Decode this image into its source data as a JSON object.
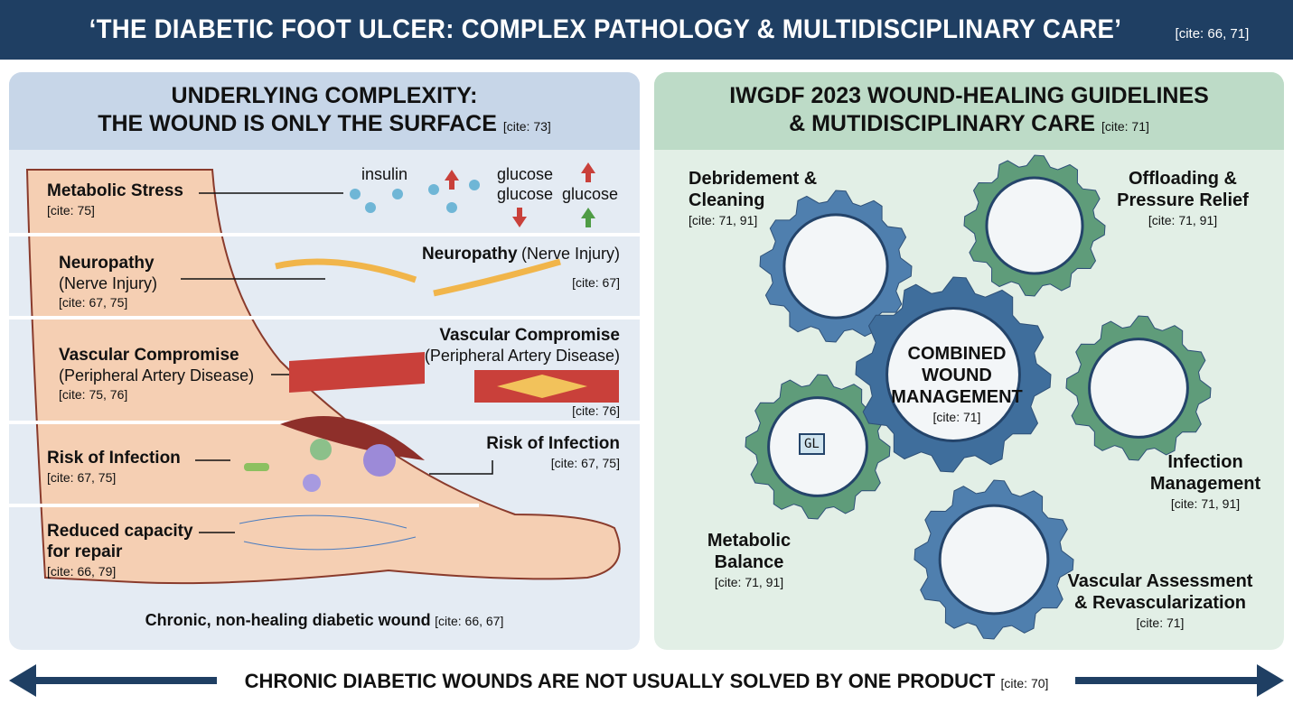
{
  "title": {
    "text": "‘THE DIABETIC FOOT ULCER: COMPLEX PATHOLOGY & MULTIDISCIPLINARY CARE’",
    "cite": "[cite: 66, 71]"
  },
  "left": {
    "heading1": "UNDERLYING COMPLEXITY:",
    "heading2": "THE WOUND IS ONLY THE SURFACE",
    "heading_cite": "[cite: 73]",
    "rows": [
      {
        "label": "Metabolic Stress",
        "sub": "",
        "cite": "[cite: 75]"
      },
      {
        "label": "Neuropathy",
        "sub": "(Nerve Injury)",
        "cite": "[cite: 67, 75]"
      },
      {
        "label": "Vascular Compromise",
        "sub": "(Peripheral Artery Disease)",
        "cite": "[cite: 75, 76]"
      },
      {
        "label": "Risk of Infection",
        "sub": "",
        "cite": "[cite: 67, 75]"
      },
      {
        "label": "Reduced capacity",
        "sub": "for repair",
        "cite": "[cite: 66, 79]"
      }
    ],
    "metabolic_terms": {
      "insulin": "insulin",
      "glucose1": "glucose",
      "glucose2": "glucose",
      "glucose3": "glucose"
    },
    "right_labels": {
      "neuropathy": "Neuropathy",
      "neuropathy_sub": "(Nerve Injury)",
      "neuropathy_cite": "[cite: 67]",
      "vascular": "Vascular Compromise",
      "vascular_sub": "(Peripheral Artery Disease)",
      "vascular_cite": "[cite: 76]",
      "infection": "Risk of Infection",
      "infection_cite": "[cite: 67, 75]"
    },
    "caption": "Chronic, non-healing diabetic wound",
    "caption_cite": "[cite: 66, 67]"
  },
  "right": {
    "heading1": "IWGDF 2023 WOUND-HEALING GUIDELINES",
    "heading2": "& MUTIDISCIPLINARY CARE",
    "heading_cite": "[cite: 71]",
    "center": {
      "l1": "COMBINED",
      "l2": "WOUND",
      "l3": "MANAGEMENT",
      "cite": "[cite: 71]"
    },
    "gears": [
      {
        "l1": "Debridement &",
        "l2": "Cleaning",
        "cite": "[cite: 71, 91]"
      },
      {
        "l1": "Offloading &",
        "l2": "Pressure Relief",
        "cite": "[cite: 71, 91]"
      },
      {
        "l1": "Infection",
        "l2": "Management",
        "cite": "[cite: 71, 91]"
      },
      {
        "l1": "Metabolic",
        "l2": "Balance",
        "cite": "[cite: 71, 91]"
      },
      {
        "l1": "Vascular Assessment",
        "l2": "& Revascularization",
        "cite": "[cite: 71]"
      }
    ],
    "glucometer_text": "GL"
  },
  "bottom": {
    "text": "CHRONIC DIABETIC WOUNDS ARE NOT USUALLY SOLVED BY ONE PRODUCT",
    "cite": "[cite: 70]"
  },
  "colors": {
    "navy": "#1f3f63",
    "blue_gear": "#4f7fae",
    "green_gear": "#5f9c7a",
    "skin": "#f5cfb3"
  }
}
